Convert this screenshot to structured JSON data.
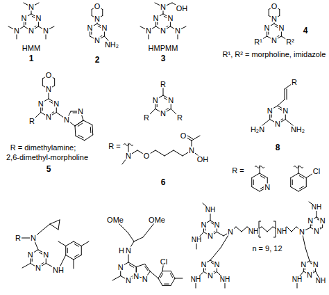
{
  "diagram": {
    "labels": [
      "N",
      "N",
      "N",
      "N",
      "N",
      "N",
      "HMM",
      "1",
      "O",
      "N",
      "N",
      "N",
      "N",
      "NH₂",
      "2",
      "N",
      "OH",
      "N",
      "N",
      "N",
      "N",
      "N",
      "HMPMM",
      "3",
      "O",
      "N",
      "N",
      "N",
      "N",
      "R¹",
      "R²",
      "R¹, R² = morpholine, imidazole",
      "4",
      "O",
      "N",
      "N",
      "N",
      "N",
      "R",
      "N",
      "N",
      "R = dimethylamine;",
      "2,6-dimethyl-morpholine",
      "5",
      "R",
      "N",
      "N",
      "N",
      "R",
      "R",
      "R =",
      "N",
      "O",
      "O",
      "N",
      "OH",
      "6",
      "R",
      "N",
      "N",
      "N",
      "H₂N",
      "NH₂",
      "8",
      "R =",
      "N",
      "Cl",
      "R",
      "N",
      "N",
      "N",
      "N",
      "NH",
      "OMe",
      "OMe",
      "H",
      "N",
      "N",
      "N",
      "N",
      "N",
      "Cl",
      "NH",
      "N",
      "N",
      "N",
      "NH",
      "N",
      "NH",
      "NH",
      "n = 9, 12",
      "N",
      "NH",
      "N",
      "N",
      "N",
      "N",
      "N",
      "N",
      "NH",
      "NH",
      "N",
      "N",
      "N",
      "NH",
      "NH"
    ]
  }
}
